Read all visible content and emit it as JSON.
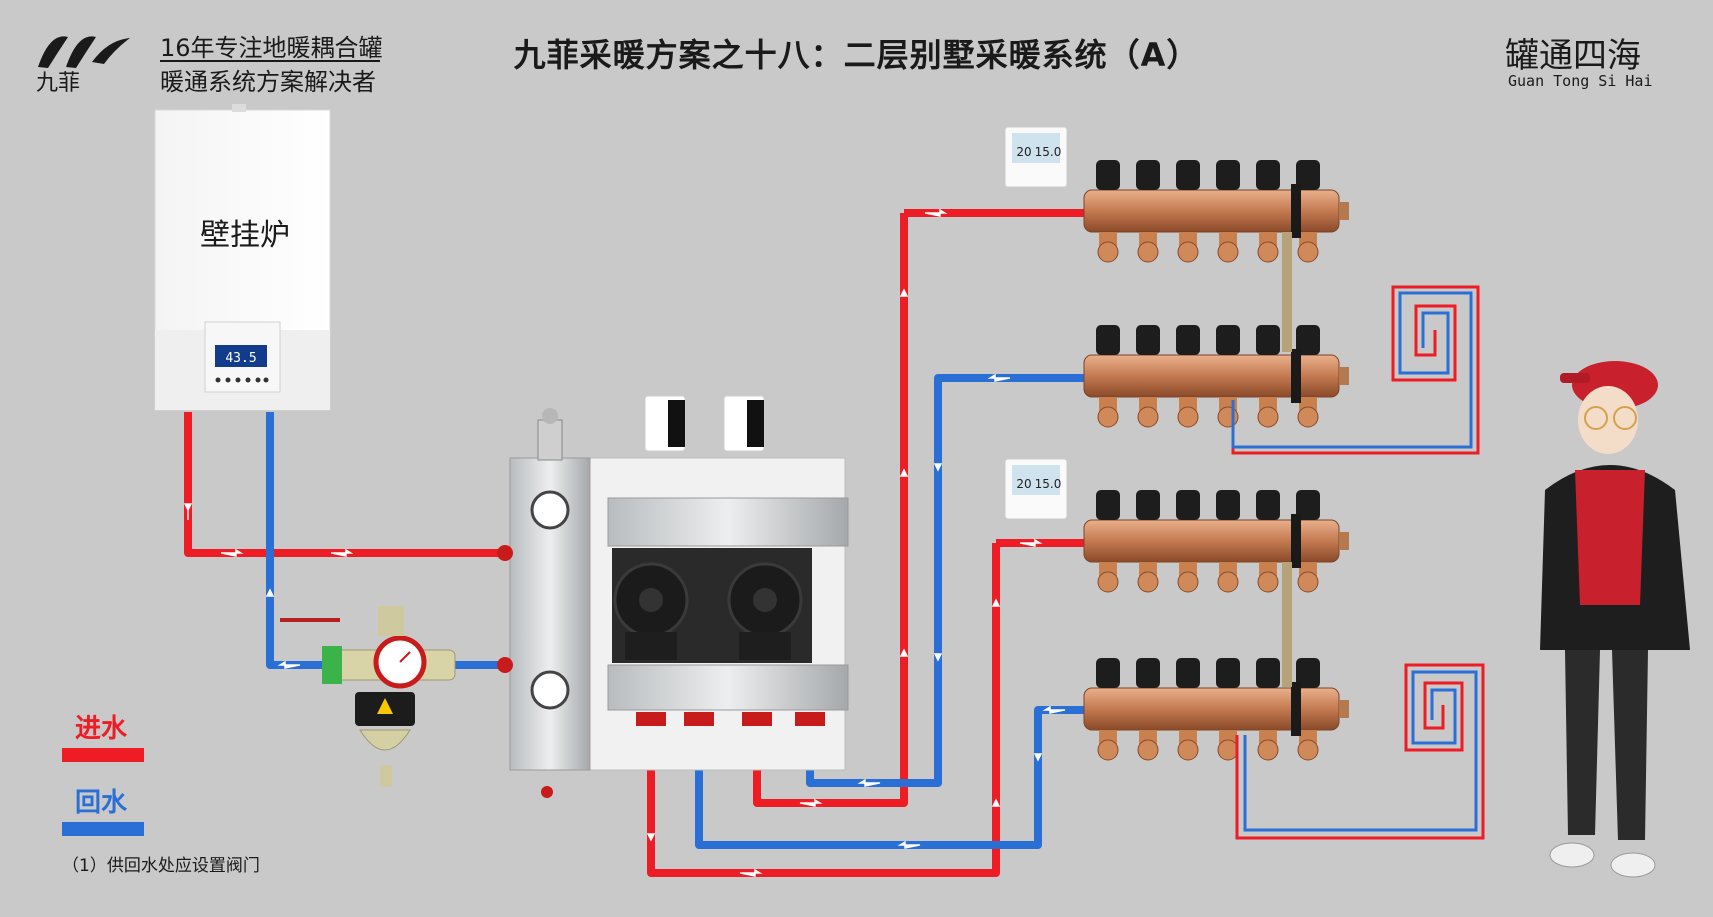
{
  "header": {
    "title": "九菲采暖方案之十八：二层别墅采暖系统（A）",
    "tagline_1": "16年专注地暖耦合罐",
    "tagline_2": "暖通系统方案解决者",
    "logo_text": "九菲",
    "brand_cn": "罐通四海",
    "brand_en": "Guan Tong Si Hai"
  },
  "components": {
    "boiler_label": "壁挂炉",
    "boiler_display": "43.5",
    "thermostat_left": "20",
    "thermostat_right": "15.0"
  },
  "legend": {
    "supply_label": "进水",
    "return_label": "回水",
    "note": "（1）供回水处应设置阀门"
  },
  "colors": {
    "supply": "#ee1c24",
    "return": "#2a6fd6",
    "copper": "#c97f57",
    "background": "#c9c9c9"
  }
}
